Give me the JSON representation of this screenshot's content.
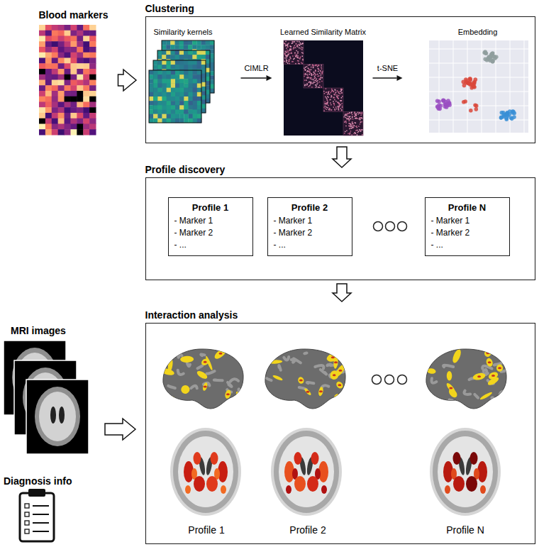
{
  "diagram": {
    "nodes": [
      {
        "text": [
          "Blood markers"
        ]
      },
      {
        "text": [
          "Clustering"
        ]
      },
      {
        "text": [
          "Similarity kernels"
        ],
        "in": 1
      },
      {
        "text": [
          "Learned Similarity Matrix"
        ],
        "in": 1
      },
      {
        "text": [
          "Embedding"
        ],
        "in": 1
      },
      {
        "text": [
          "Profile discovery"
        ]
      },
      {
        "text": [
          "Profile 1",
          "- Marker 1",
          "- Marker 2",
          "- ..."
        ],
        "in": 5
      },
      {
        "text": [
          "Profile 2",
          "- Marker 1",
          "- Marker 2",
          "- ..."
        ],
        "in": 5
      },
      {
        "text": [
          "Profile N",
          "- Marker 1",
          "- Marker 2",
          "- ..."
        ],
        "in": 5
      },
      {
        "text": [
          "Interaction analysis"
        ]
      },
      {
        "text": [
          "MRI images"
        ]
      },
      {
        "text": [
          "Diagnosis info"
        ]
      }
    ],
    "edges": [
      {
        "from": 0,
        "to": 1,
        "arrow": "to"
      },
      {
        "from": 2,
        "to": 3,
        "arrow": "to",
        "label": "CIMLR"
      },
      {
        "from": 3,
        "to": 4,
        "arrow": "to",
        "label": "t-SNE"
      },
      {
        "from": 1,
        "to": 5,
        "arrow": "to"
      },
      {
        "from": 5,
        "to": 9,
        "arrow": "to"
      },
      {
        "from": 10,
        "to": 9,
        "arrow": "to"
      }
    ],
    "labels": [
      "Profile 1",
      "Profile 2",
      "Profile N"
    ]
  }
}
